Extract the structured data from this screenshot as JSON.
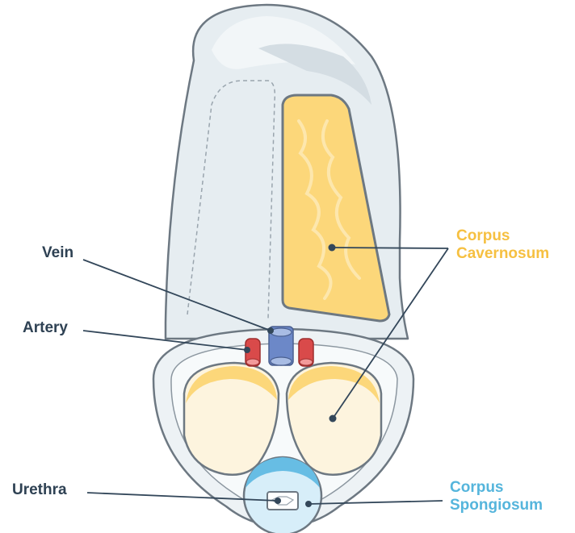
{
  "labels": {
    "vein": "Vein",
    "artery": "Artery",
    "urethra": "Urethra",
    "corpus_cavernosum": [
      "Corpus",
      "Cavernosum"
    ],
    "corpus_spongiosum": [
      "Corpus",
      "Spongiosum"
    ]
  },
  "colors": {
    "label_dark": "#2e4153",
    "label_cavernosum": "#f6c041",
    "label_spongiosum": "#55b5dc",
    "skin_fill": "#e6edf1",
    "outline": "#6d7882",
    "cavernosum_fill": "#fcd77a",
    "spongiosum_fill": "#67bde4",
    "artery_fill": "#d94a4a",
    "vein_fill": "#6c88c8",
    "leader_line": "#33475a"
  }
}
